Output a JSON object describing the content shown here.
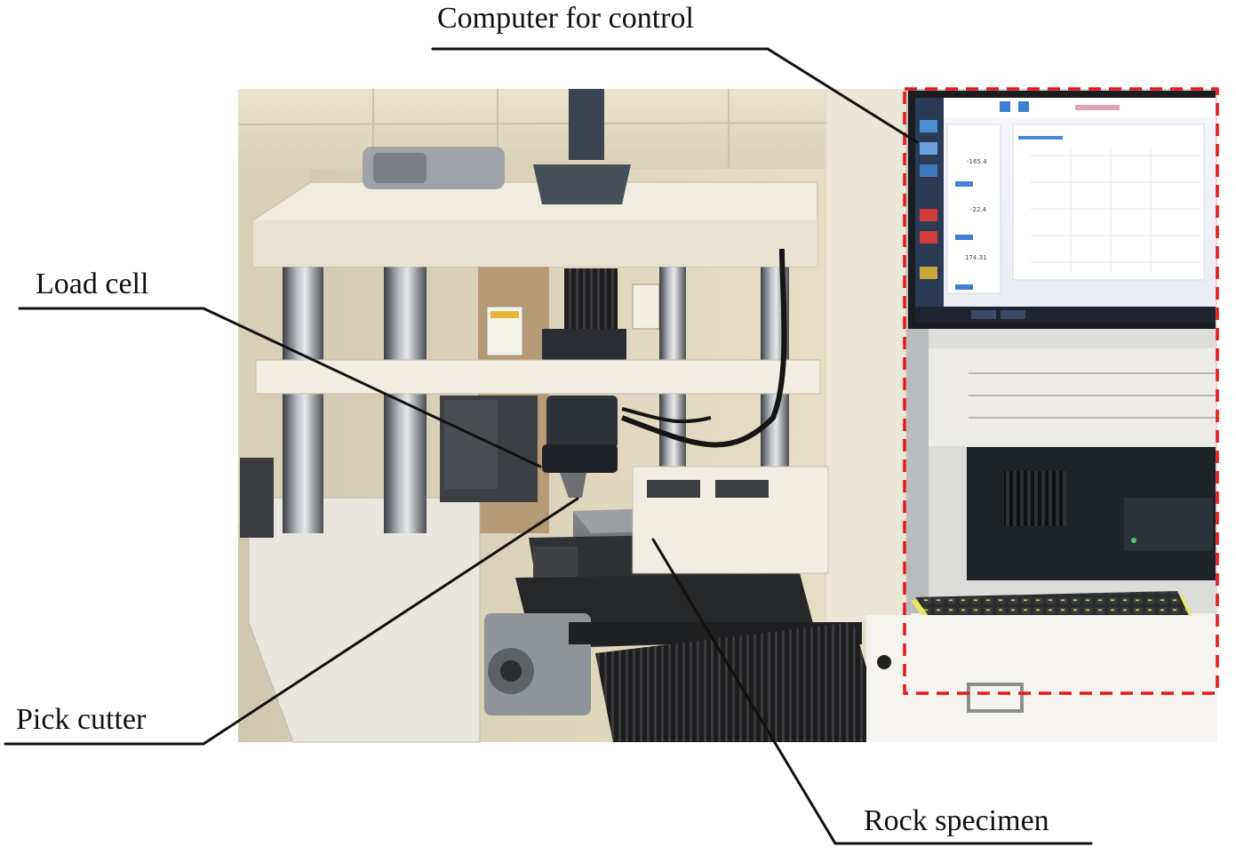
{
  "labels": {
    "computer": "Computer for control",
    "load_cell": "Load cell",
    "pick_cutter": "Pick cutter",
    "rock_specimen": "Rock specimen"
  },
  "monitor": {
    "readout_1": "-165.4",
    "readout_2": "-22.4",
    "readout_3": "174.31"
  },
  "colors": {
    "highlight_box": "#e8161b",
    "leader_line": "#111111"
  }
}
